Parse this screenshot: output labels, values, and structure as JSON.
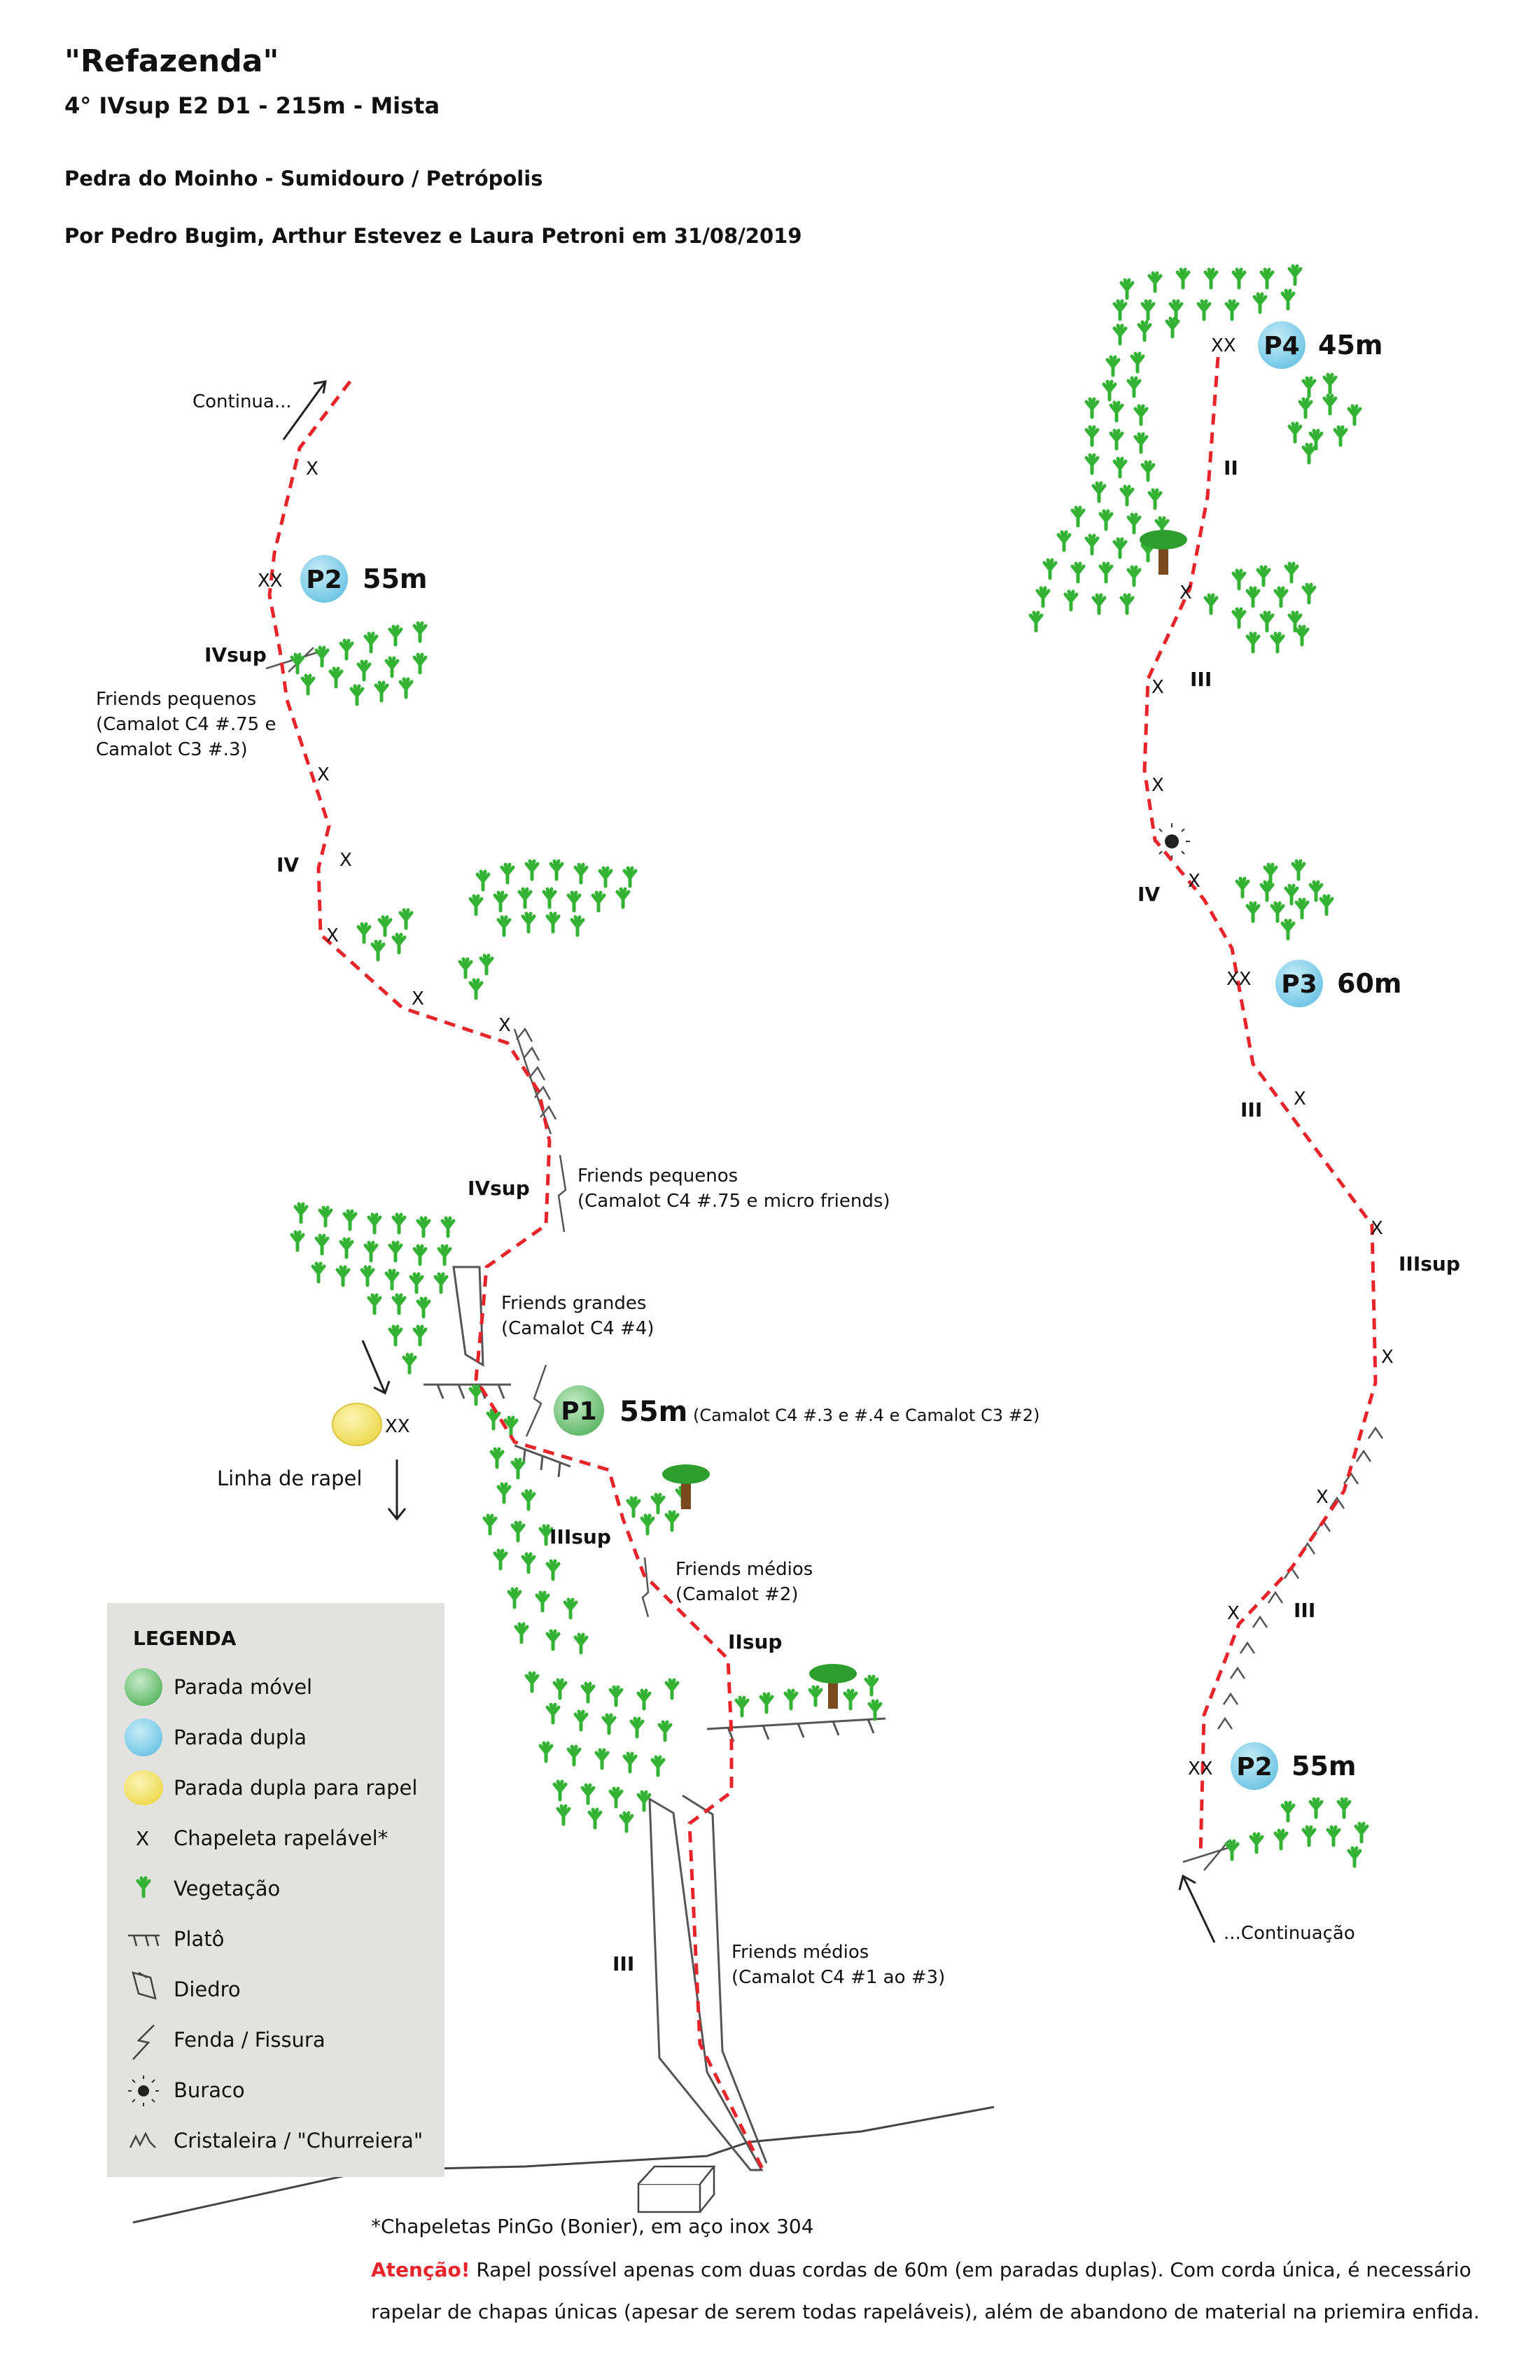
{
  "header": {
    "title": "\"Refazenda\"",
    "grade": "4° IVsup E2 D1 - 215m - Mista",
    "location": "Pedra do Moinho - Sumidouro / Petrópolis",
    "authors": "Por Pedro Bugim, Arthur Estevez e Laura Petroni em 31/08/2019"
  },
  "anchor_labels": {
    "single": "X",
    "double": "XX"
  },
  "belays": {
    "p1": {
      "name": "P1",
      "length": "55m",
      "gear": "(Camalot C4 #.3 e #.4 e Camalot C3 #2)"
    },
    "p2_left": {
      "name": "P2",
      "length": "55m"
    },
    "p2_right": {
      "name": "P2",
      "length": "55m"
    },
    "p3": {
      "name": "P3",
      "length": "60m"
    },
    "p4": {
      "name": "P4",
      "length": "45m"
    }
  },
  "grades": {
    "left": [
      "IVsup",
      "IV",
      "IVsup",
      "IIIsup",
      "IIsup",
      "III"
    ],
    "right": [
      "II",
      "III",
      "IV",
      "III",
      "IIIsup",
      "III"
    ]
  },
  "notes": {
    "continua": "Continua...",
    "continuacao": "...Continuação",
    "linha_rapel": "Linha de rapel",
    "fp1_l1": "Friends pequenos",
    "fp1_l2": "(Camalot C4 #.75 e",
    "fp1_l3": "Camalot C3 #.3)",
    "fp2_l1": "Friends pequenos",
    "fp2_l2": "(Camalot C4 #.75 e micro friends)",
    "fg_l1": "Friends grandes",
    "fg_l2": "(Camalot C4 #4)",
    "fm1_l1": "Friends médios",
    "fm1_l2": "(Camalot #2)",
    "fm2_l1": "Friends médios",
    "fm2_l2": "(Camalot C4 #1 ao #3)"
  },
  "legend": {
    "title": "LEGENDA",
    "items": [
      {
        "label": "Parada móvel",
        "icon": "green-circle-icon"
      },
      {
        "label": "Parada dupla",
        "icon": "blue-circle-icon"
      },
      {
        "label": "Parada dupla para rapel",
        "icon": "yellow-circle-icon"
      },
      {
        "label": "Chapeleta rapelável*",
        "icon": "x-bolt-icon"
      },
      {
        "label": "Vegetação",
        "icon": "vegetation-icon"
      },
      {
        "label": "Platô",
        "icon": "ledge-icon"
      },
      {
        "label": "Diedro",
        "icon": "dihedral-icon"
      },
      {
        "label": "Fenda / Fissura",
        "icon": "crack-icon"
      },
      {
        "label": "Buraco",
        "icon": "hole-icon"
      },
      {
        "label": "Cristaleira / \"Churreiera\"",
        "icon": "crystal-icon"
      }
    ]
  },
  "footer": {
    "bolts_note": "*Chapeletas PinGo (Bonier), em aço inox 304",
    "warning_label": "Atenção!",
    "warning_text": " Rapel possível apenas com duas cordas de 60m (em paradas duplas). Com corda única, é necessário",
    "warning_text2": "rapelar de chapas únicas (apesar de serem todas rapeláveis), além de abandono de material na priemira enfida."
  },
  "colors": {
    "route": "#e8242b",
    "belay_blue": "#7fcfe7",
    "belay_green": "#72c07a",
    "belay_yellow": "#f2e060",
    "vegetation": "#33b233",
    "legend_bg": "#e2e2e0",
    "feature": "#555555"
  }
}
